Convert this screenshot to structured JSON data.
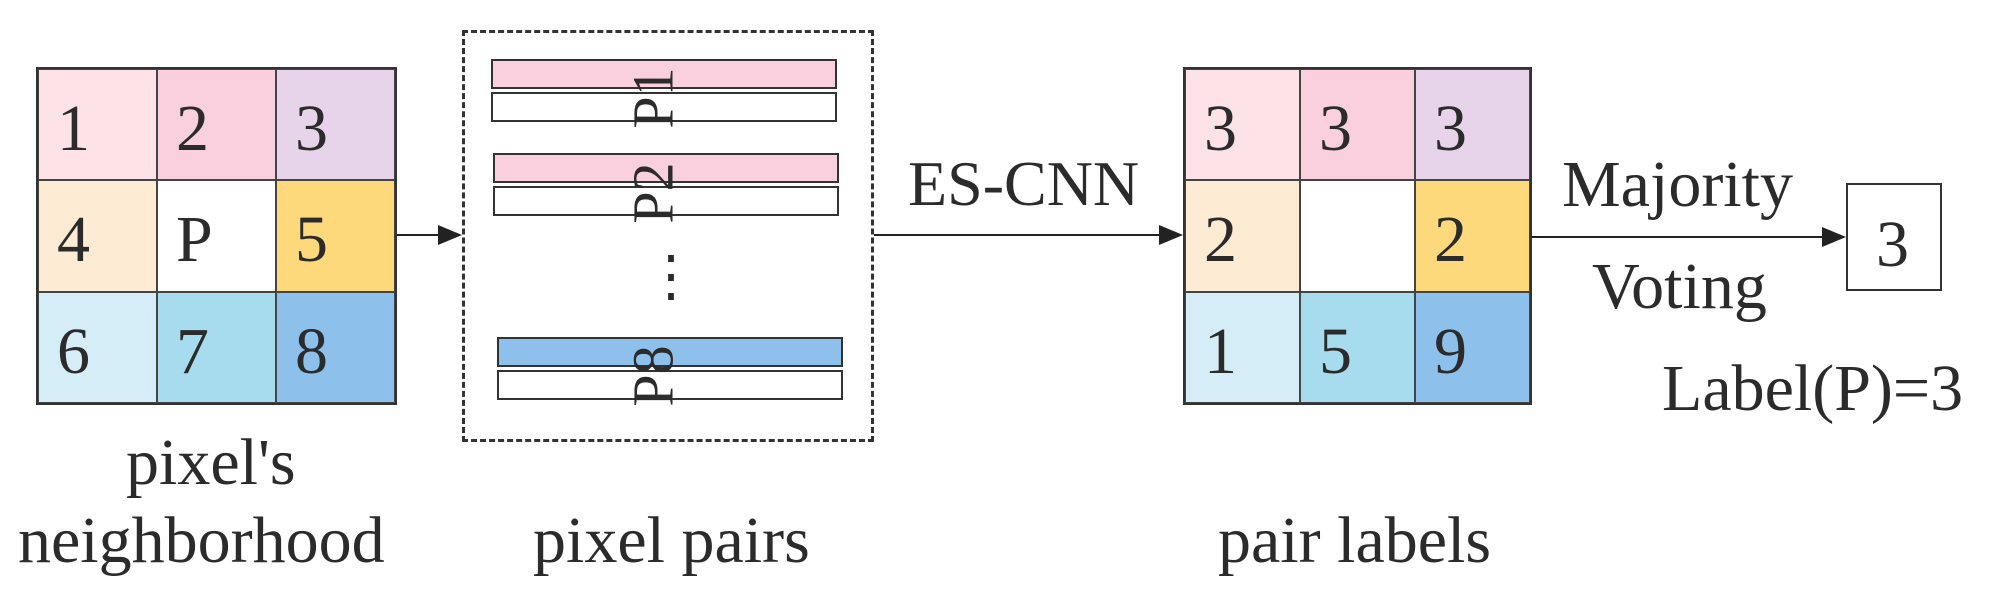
{
  "neighborhood": {
    "caption_line1": "pixel's",
    "caption_line2": "neighborhood",
    "cells": [
      {
        "text": "1",
        "color": "#fde2e8"
      },
      {
        "text": "2",
        "color": "#fbd0de"
      },
      {
        "text": "3",
        "color": "#e8d4ea"
      },
      {
        "text": "4",
        "color": "#fdebd3"
      },
      {
        "text": "P",
        "color": "#ffffff"
      },
      {
        "text": "5",
        "color": "#fed97c"
      },
      {
        "text": "6",
        "color": "#d5edf7"
      },
      {
        "text": "7",
        "color": "#a6dcee"
      },
      {
        "text": "8",
        "color": "#8dc1eb"
      }
    ]
  },
  "pixel_pairs": {
    "caption": "pixel pairs",
    "labels": [
      "P1",
      "P2",
      "P8"
    ],
    "ellipsis": "⋮",
    "colors": {
      "pink": "#fbd0de",
      "blue": "#8dc1eb"
    }
  },
  "process_label": "ES-CNN",
  "pair_labels": {
    "caption": "pair labels",
    "cells": [
      {
        "text": "3",
        "color": "#fde2e8"
      },
      {
        "text": "3",
        "color": "#fbd0de"
      },
      {
        "text": "3",
        "color": "#e8d4ea"
      },
      {
        "text": "2",
        "color": "#fdebd3"
      },
      {
        "text": "",
        "color": "#ffffff"
      },
      {
        "text": "2",
        "color": "#fed97c"
      },
      {
        "text": "1",
        "color": "#d5edf7"
      },
      {
        "text": "5",
        "color": "#a6dcee"
      },
      {
        "text": "9",
        "color": "#8dc1eb"
      }
    ]
  },
  "voting": {
    "line1": "Majority",
    "line2": "Voting",
    "result": "3",
    "final_label": "Label(P)=3"
  }
}
